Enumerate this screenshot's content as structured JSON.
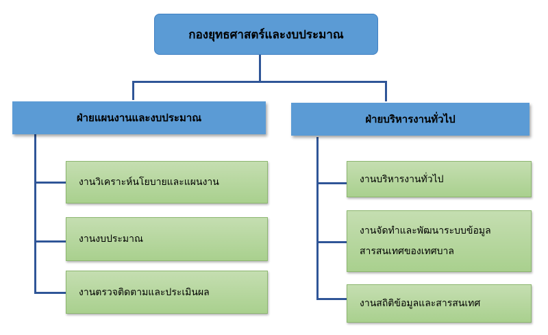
{
  "root": {
    "label": "กองยุทธศาสตร์และงบประมาณ"
  },
  "departments": [
    {
      "label": "ฝ่ายแผนงานและงบประมาณ",
      "units": [
        "งานวิเคราะห์นโยบายและแผนงาน",
        "งานงบประมาณ",
        "งานตรวจติดตามและประเมินผล"
      ]
    },
    {
      "label": "ฝ่ายบริหารงานทั่วไป",
      "units": [
        "งานบริหารงานทั่วไป",
        "งานจัดทำและพัฒนาระบบข้อมูล สารสนเทศของเทศบาล",
        "งานสถิติข้อมูลและสารสนเทศ"
      ]
    }
  ]
}
